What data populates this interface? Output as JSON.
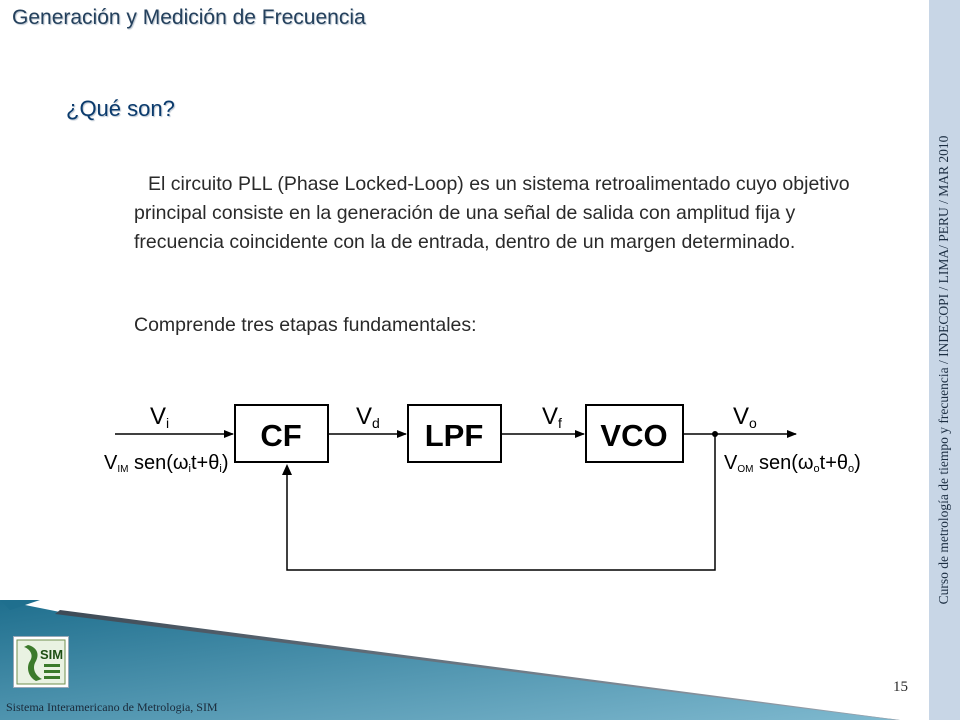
{
  "header": {
    "title": "Generación y Medición de Frecuencia"
  },
  "sidebar": {
    "vertical_text": "Curso de metrología de tiempo y frecuencia / INDECOPI / LIMA/ PERU / MAR 2010"
  },
  "content": {
    "heading": "¿Qué son?",
    "paragraph": "El circuito PLL (Phase Locked-Loop) es un sistema retroalimentado cuyo objetivo principal consiste en la generación de una señal de salida con amplitud fija y frecuencia coincidente con la de entrada, dentro de un margen determinado.",
    "paragraph2": "Comprende tres etapas fundamentales:"
  },
  "diagram": {
    "blocks": [
      "CF",
      "LPF",
      "VCO"
    ],
    "signals": {
      "vi": {
        "base": "V",
        "sub": "i"
      },
      "vd": {
        "base": "V",
        "sub": "d"
      },
      "vf": {
        "base": "V",
        "sub": "f"
      },
      "vo": {
        "base": "V",
        "sub": "o"
      }
    },
    "input_expr": {
      "amp": "V",
      "amp_sub": "IM",
      "func": " sen(",
      "omega": "ω",
      "omega_sub": "i",
      "t": "t+",
      "theta": "θ",
      "theta_sub": "i",
      "close": ")"
    },
    "output_expr": {
      "amp": "V",
      "amp_sub": "OM",
      "func": " sen(",
      "omega": "ω",
      "omega_sub": "o",
      "t": "t+",
      "theta": "θ",
      "theta_sub": "o",
      "close": ")"
    }
  },
  "footer": {
    "org": "Sistema Interamericano de Metrologia, SIM",
    "logo_text": "SIM",
    "page_number": "15"
  },
  "colors": {
    "title": "#24405c",
    "heading": "#0a3a6c",
    "band": "#c8d6e6",
    "footer_teal": "#2e7f9e"
  }
}
